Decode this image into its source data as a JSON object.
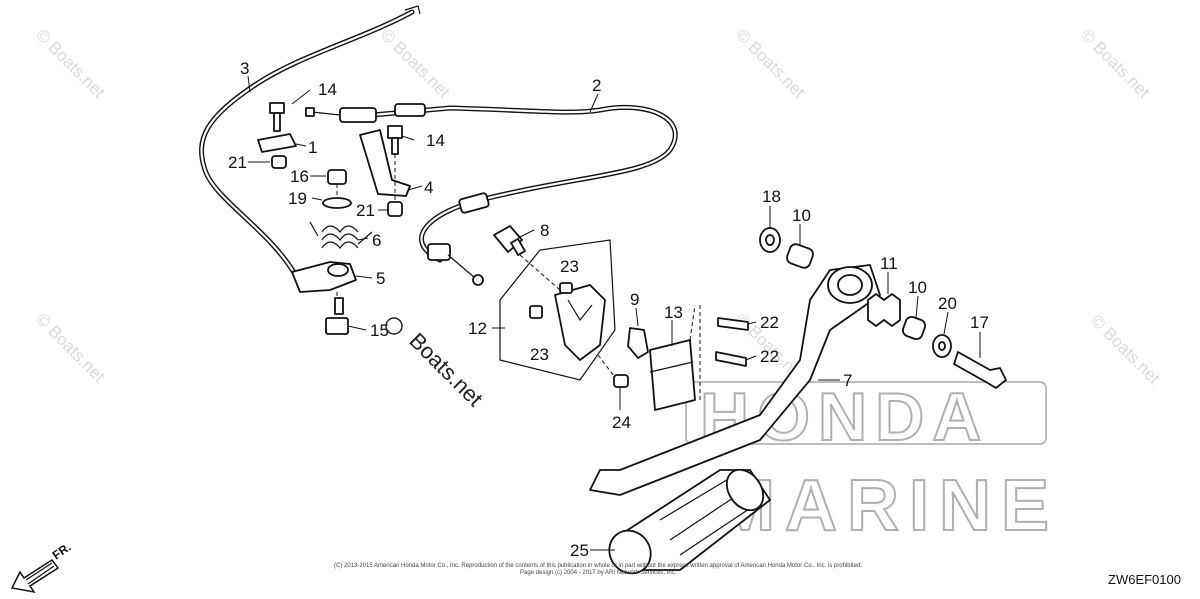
{
  "watermarks": {
    "site": "© Boats.net",
    "center": "Boats.net"
  },
  "diagram": {
    "brand_logo_line1": "HONDA",
    "brand_logo_line2": "MARINE",
    "diagram_code": "ZW6EF0100",
    "direction_label": "FR.",
    "copyright_line1": "(C) 2013-2015 American Honda Motor Co., Inc. Reproduction of the contents of this publication in whole or in part without the express written approval of American Honda Motor Co., Inc. is prohibited.",
    "copyright_line2": "Page design (c) 2004 - 2017 by ARI Network Services, Inc."
  },
  "callouts": [
    "1",
    "2",
    "3",
    "4",
    "5",
    "6",
    "7",
    "8",
    "9",
    "10",
    "10",
    "11",
    "12",
    "13",
    "14",
    "14",
    "15",
    "16",
    "17",
    "18",
    "19",
    "20",
    "21",
    "21",
    "22",
    "22",
    "23",
    "23",
    "24",
    "25"
  ],
  "icons": {
    "arrow": "direction-arrow-icon"
  }
}
